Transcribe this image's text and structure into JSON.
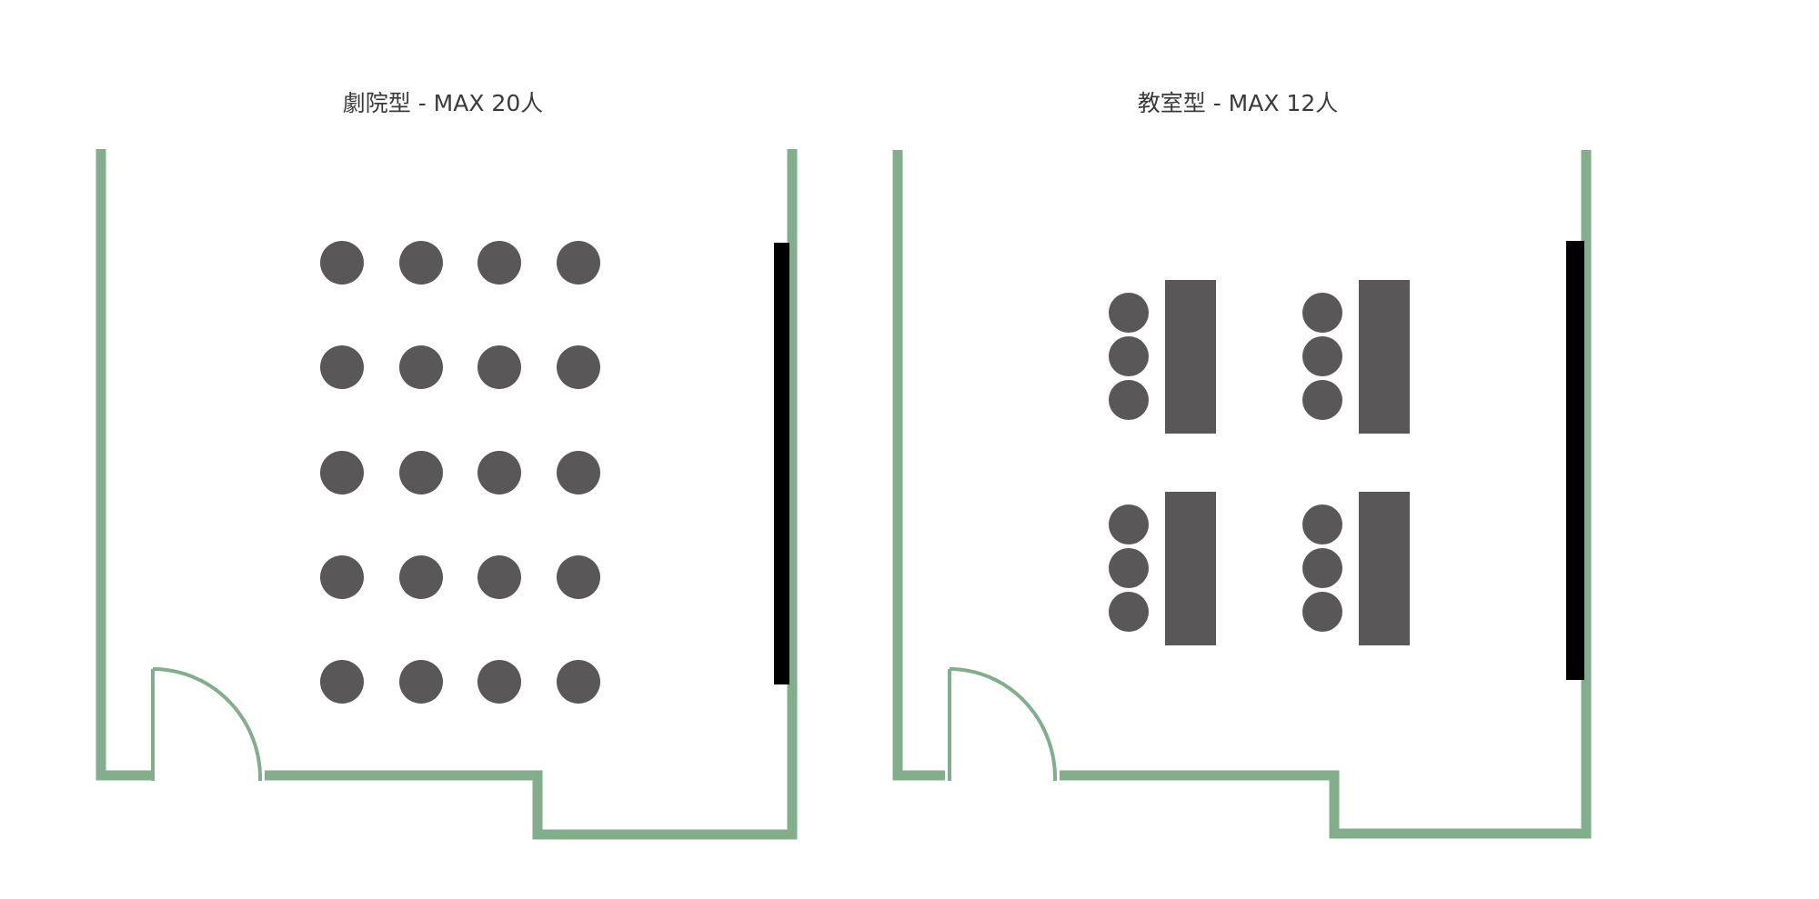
{
  "layouts": [
    {
      "title": "劇院型 - MAX 20人",
      "type": "theater",
      "capacity": 20,
      "rows": 5,
      "cols": 4
    },
    {
      "title": "教室型 - MAX 12人",
      "type": "classroom",
      "capacity": 12,
      "tables": 4,
      "chairs_per_table": 3
    }
  ],
  "colors": {
    "wall": "#82ae8c",
    "seat": "#595758",
    "screen": "#000000"
  }
}
